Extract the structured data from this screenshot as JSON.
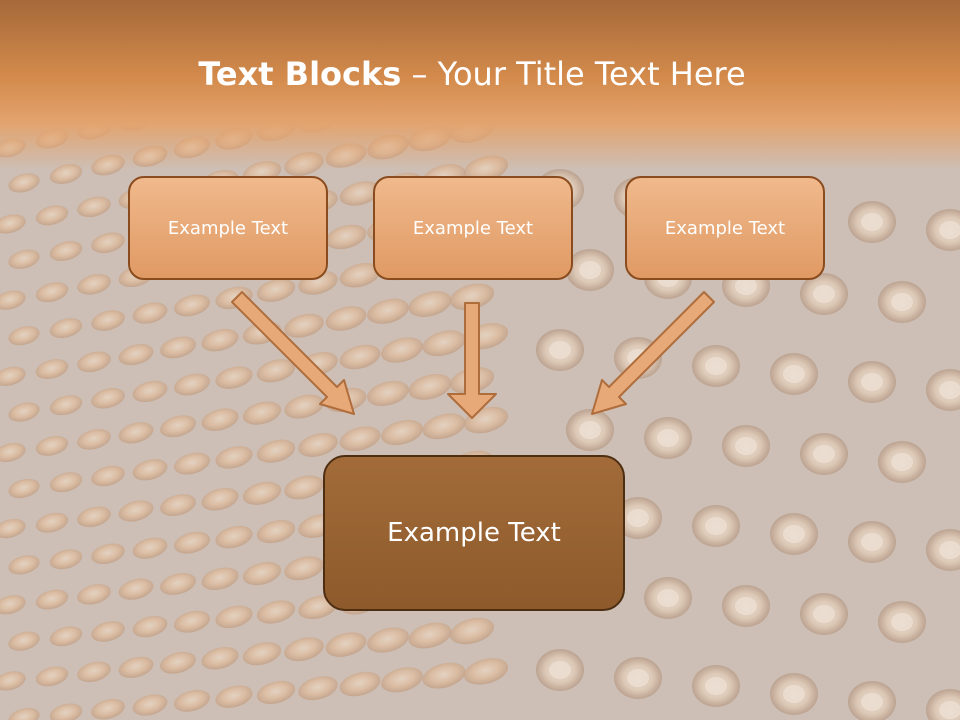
{
  "title": {
    "bold": "Text Blocks",
    "separator": " – ",
    "rest": "Your Title Text Here"
  },
  "boxes": [
    {
      "label": "Example Text"
    },
    {
      "label": "Example Text"
    },
    {
      "label": "Example Text"
    }
  ],
  "main_box": {
    "label": "Example Text"
  },
  "colors": {
    "header": "#d38a4b",
    "box_fill": "#e8a976",
    "box_border": "#8a4c1f",
    "main_fill": "#985f2e",
    "main_border": "#4e2e12",
    "arrow_fill": "#e8a979",
    "arrow_stroke": "#b06d3c",
    "text": "#ffffff"
  }
}
